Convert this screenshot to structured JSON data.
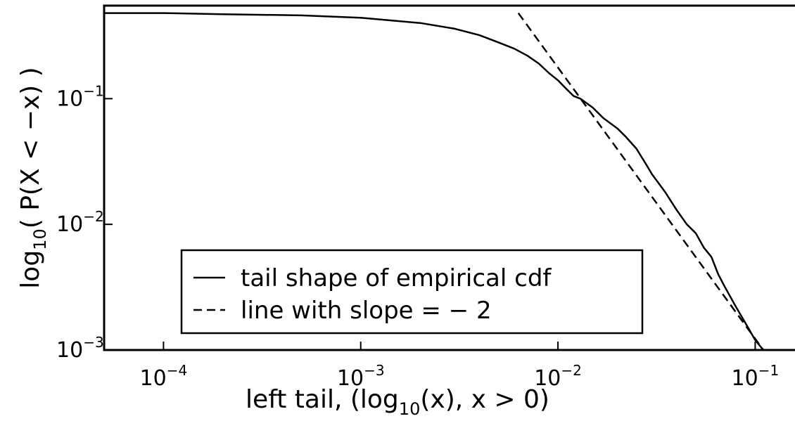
{
  "chart_data": {
    "type": "line",
    "xlabel": "left tail, (log₁₀(x), x > 0)",
    "ylabel": "log₁₀( P(X < −x) )",
    "x_scale": "log",
    "y_scale": "log",
    "xlim": [
      5e-05,
      0.17
    ],
    "ylim": [
      0.001,
      0.55
    ],
    "x_ticks": [
      0.0001,
      0.001,
      0.01,
      0.1
    ],
    "x_tick_labels": [
      {
        "base": "10",
        "exp": "−4"
      },
      {
        "base": "10",
        "exp": "−3"
      },
      {
        "base": "10",
        "exp": "−2"
      },
      {
        "base": "10",
        "exp": "−1"
      }
    ],
    "y_ticks": [
      0.001,
      0.01,
      0.1
    ],
    "y_tick_labels": [
      {
        "base": "10",
        "exp": "−3"
      },
      {
        "base": "10",
        "exp": "−2"
      },
      {
        "base": "10",
        "exp": "−1"
      }
    ],
    "grid": false,
    "legend_position": "bottom-left",
    "series": [
      {
        "name": "tail shape of empirical cdf",
        "style": "solid",
        "color": "#000000",
        "x": [
          5e-05,
          0.0001,
          0.0002,
          0.0005,
          0.001,
          0.002,
          0.003,
          0.004,
          0.005,
          0.006,
          0.007,
          0.008,
          0.009,
          0.01,
          0.011,
          0.012,
          0.013,
          0.015,
          0.017,
          0.02,
          0.022,
          0.025,
          0.028,
          0.03,
          0.035,
          0.04,
          0.045,
          0.05,
          0.055,
          0.06,
          0.065,
          0.07,
          0.08,
          0.09,
          0.1,
          0.11
        ],
        "y": [
          0.48,
          0.48,
          0.47,
          0.46,
          0.44,
          0.4,
          0.36,
          0.32,
          0.28,
          0.25,
          0.22,
          0.19,
          0.16,
          0.14,
          0.12,
          0.105,
          0.1,
          0.085,
          0.07,
          0.058,
          0.05,
          0.04,
          0.03,
          0.025,
          0.018,
          0.013,
          0.01,
          0.0085,
          0.0065,
          0.0055,
          0.004,
          0.0032,
          0.0022,
          0.0016,
          0.0012,
          0.001
        ]
      },
      {
        "name": "line with slope = − 2",
        "style": "dashed",
        "color": "#000000",
        "x": [
          0.0063,
          0.11
        ],
        "y": [
          0.48,
          0.001
        ]
      }
    ],
    "legend": {
      "entries": [
        {
          "label": "tail shape of empirical cdf",
          "style": "solid"
        },
        {
          "label": "line with slope = − 2",
          "style": "dashed"
        }
      ]
    }
  }
}
